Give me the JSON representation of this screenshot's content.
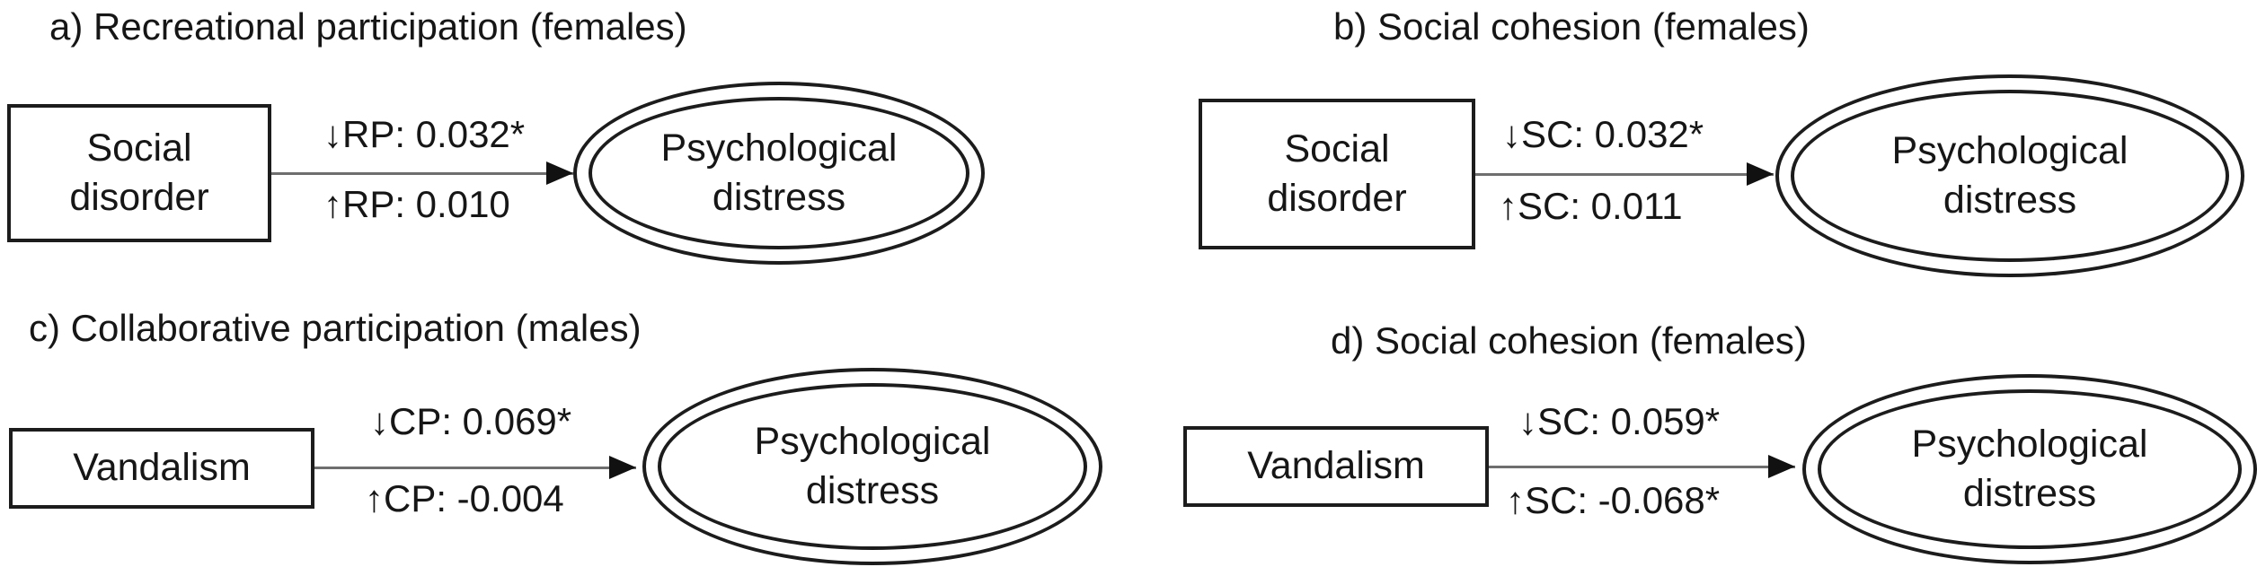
{
  "figure": {
    "background": "#ffffff",
    "stroke_color": "#1c1c1c",
    "arrow_line_color": "#6e6e6e",
    "arrowhead_color": "#111111",
    "outcome_node_shape": "double-ellipse",
    "predictor_node_shape": "rectangle",
    "panels": [
      {
        "label": "a",
        "title": "a) Recreational participation (females)",
        "predictor": "Social disorder",
        "outcome": "Psychological distress",
        "mediator_abbreviation": "RP",
        "path_label_decrease": "↓RP: 0.032*",
        "path_label_increase": "↑RP: 0.010"
      },
      {
        "label": "b",
        "title": "b) Social cohesion (females)",
        "predictor": "Social disorder",
        "outcome": "Psychological distress",
        "mediator_abbreviation": "SC",
        "path_label_decrease": "↓SC: 0.032*",
        "path_label_increase": "↑SC: 0.011"
      },
      {
        "label": "c",
        "title": "c) Collaborative participation (males)",
        "predictor": "Vandalism",
        "outcome": "Psychological distress",
        "mediator_abbreviation": "CP",
        "path_label_decrease": "↓CP: 0.069*",
        "path_label_increase": "↑CP: -0.004"
      },
      {
        "label": "d",
        "title": "d) Social cohesion (females)",
        "predictor": "Vandalism",
        "outcome": "Psychological distress",
        "mediator_abbreviation": "SC",
        "path_label_decrease": "↓SC: 0.059*",
        "path_label_increase": "↑SC: -0.068*"
      }
    ]
  }
}
